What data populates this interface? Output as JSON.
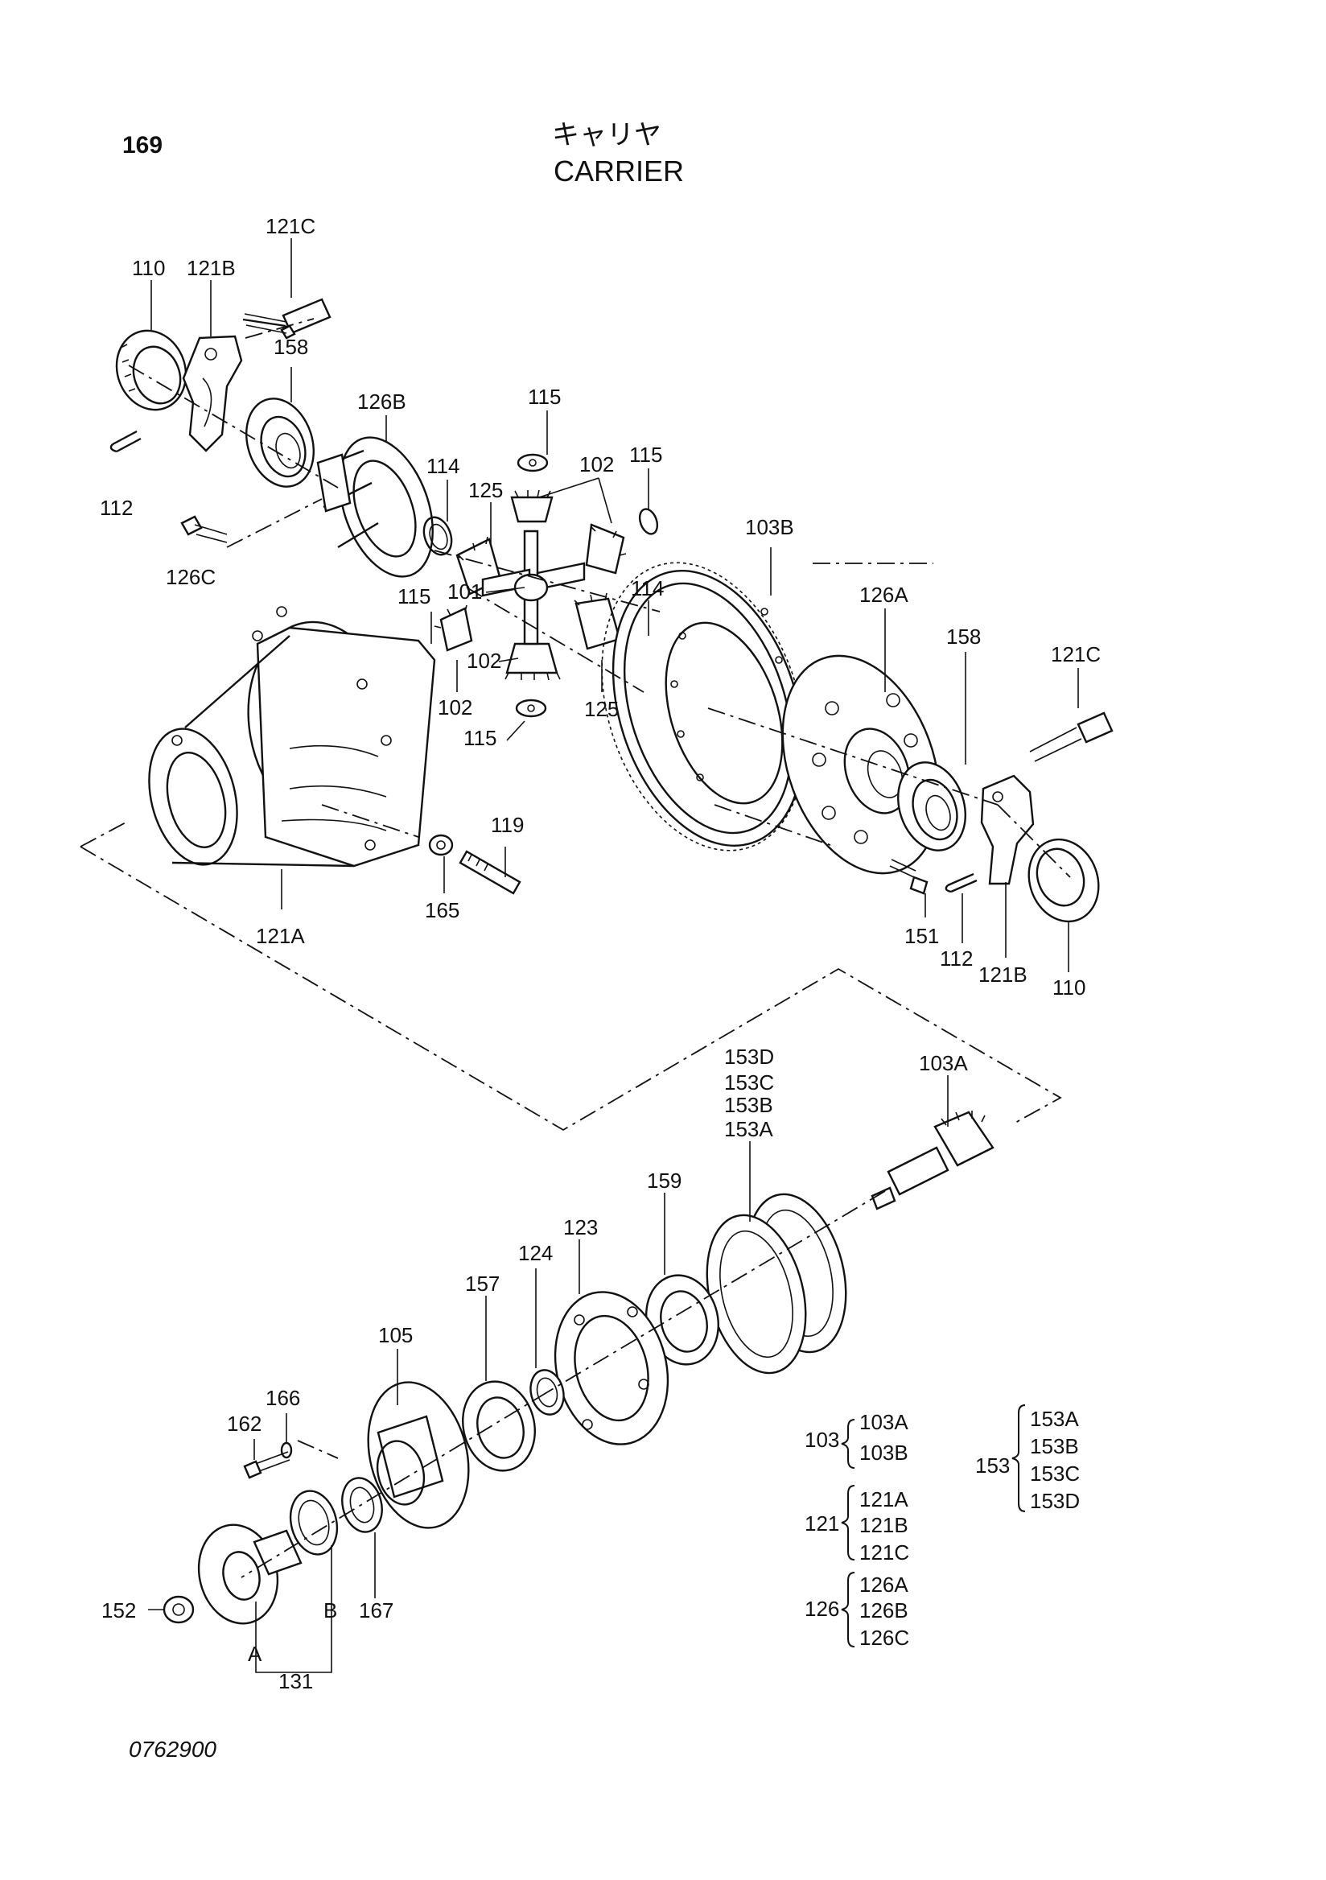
{
  "header": {
    "page_number": "169",
    "title_jp": "キャリヤ",
    "title_en": "CARRIER"
  },
  "footer": {
    "drawing_code": "0762900"
  },
  "callouts": {
    "c110a": "110",
    "c121b_a": "121B",
    "c121c_a": "121C",
    "c158a": "158",
    "c112a": "112",
    "c126b": "126B",
    "c126c": "126C",
    "c114a": "114",
    "c115a": "115",
    "c125a": "125",
    "c102a": "102",
    "c115b": "115",
    "c101": "101",
    "c115c": "115",
    "c102b": "102",
    "c102c": "102",
    "c115d": "115",
    "c125b": "125",
    "c114b": "114",
    "c103b": "103B",
    "c126a": "126A",
    "c158b": "158",
    "c121c_b": "121C",
    "c119": "119",
    "c165": "165",
    "c121a": "121A",
    "c151": "151",
    "c112b": "112",
    "c121b_b": "121B",
    "c110b": "110",
    "c153d": "153D",
    "c153c": "153C",
    "c153b": "153B",
    "c153a": "153A",
    "c103a": "103A",
    "c159": "159",
    "c123": "123",
    "c124": "124",
    "c157": "157",
    "c105": "105",
    "c166": "166",
    "c162": "162",
    "c152": "152",
    "c167": "167",
    "cA": "A",
    "cB": "B",
    "c131": "131"
  },
  "groups": [
    {
      "parent": "103",
      "children": [
        "103A",
        "103B"
      ]
    },
    {
      "parent": "121",
      "children": [
        "121A",
        "121B",
        "121C"
      ]
    },
    {
      "parent": "126",
      "children": [
        "126A",
        "126B",
        "126C"
      ]
    },
    {
      "parent": "153",
      "children": [
        "153A",
        "153B",
        "153C",
        "153D"
      ]
    }
  ]
}
